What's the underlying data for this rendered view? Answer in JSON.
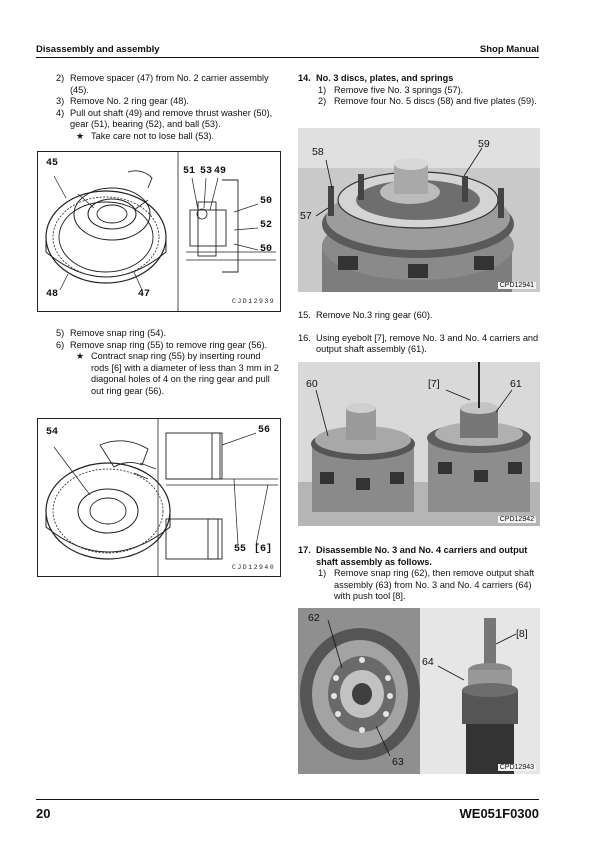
{
  "header": {
    "left": "Disassembly and assembly",
    "right": "Shop Manual"
  },
  "left_column": {
    "steps_a": [
      {
        "num": "2)",
        "text": "Remove spacer (47) from No. 2 carrier assembly (45)."
      },
      {
        "num": "3)",
        "text": "Remove No. 2 ring gear (48)."
      },
      {
        "num": "4)",
        "text": "Pull out shaft (49) and remove thrust washer (50), gear (51), bearing (52), and ball (53)."
      }
    ],
    "note_a": {
      "star": "★",
      "text": "Take care not to lose ball (53)."
    },
    "figure1": {
      "id": "CJD12939",
      "labels": {
        "l45": "45",
        "l48": "48",
        "l47": "47",
        "l51": "51",
        "l53": "53",
        "l49": "49",
        "l50a": "50",
        "l52": "52",
        "l50b": "50"
      }
    },
    "steps_b": [
      {
        "num": "5)",
        "text": "Remove snap ring (54)."
      },
      {
        "num": "6)",
        "text": "Remove snap ring (55) to remove ring gear (56)."
      }
    ],
    "note_b": {
      "star": "★",
      "text": "Contract snap ring (55) by inserting round rods [6] with a diameter of less than 3 mm in 2 diagonal holes of 4 on the ring gear and pull out ring gear (56)."
    },
    "figure2": {
      "id": "CJD12940",
      "labels": {
        "l54": "54",
        "l56": "56",
        "l55": "55",
        "l6": "[6]"
      }
    }
  },
  "right_column": {
    "section14": {
      "num": "14.",
      "title": "No. 3 discs, plates, and springs",
      "steps": [
        {
          "num": "1)",
          "text": "Remove five No. 3 springs (57)."
        },
        {
          "num": "2)",
          "text": "Remove four No. 5 discs (58) and five plates (59)."
        }
      ]
    },
    "photo1": {
      "id": "CPD12941",
      "labels": {
        "l58": "58",
        "l59": "59",
        "l57": "57"
      }
    },
    "step15": {
      "num": "15.",
      "text": "Remove No.3 ring gear (60)."
    },
    "step16": {
      "num": "16.",
      "text": "Using eyebolt [7], remove No. 3 and No. 4 carriers and output shaft assembly (61)."
    },
    "photo2": {
      "id": "CPD12942",
      "labels": {
        "l60": "60",
        "l7": "[7]",
        "l61": "61"
      }
    },
    "section17": {
      "num": "17.",
      "title": "Disassemble No. 3 and No. 4 carriers and output shaft assembly as follows.",
      "steps": [
        {
          "num": "1)",
          "text": "Remove snap ring (62), then remove output shaft assembly (63) from No. 3 and No. 4 carriers (64) with push tool [8]."
        }
      ]
    },
    "photo3": {
      "id": "CPD12943",
      "labels": {
        "l62": "62",
        "l8": "[8]",
        "l64": "64",
        "l63": "63"
      }
    }
  },
  "footer": {
    "left": "20",
    "right": "WE051F0300"
  }
}
